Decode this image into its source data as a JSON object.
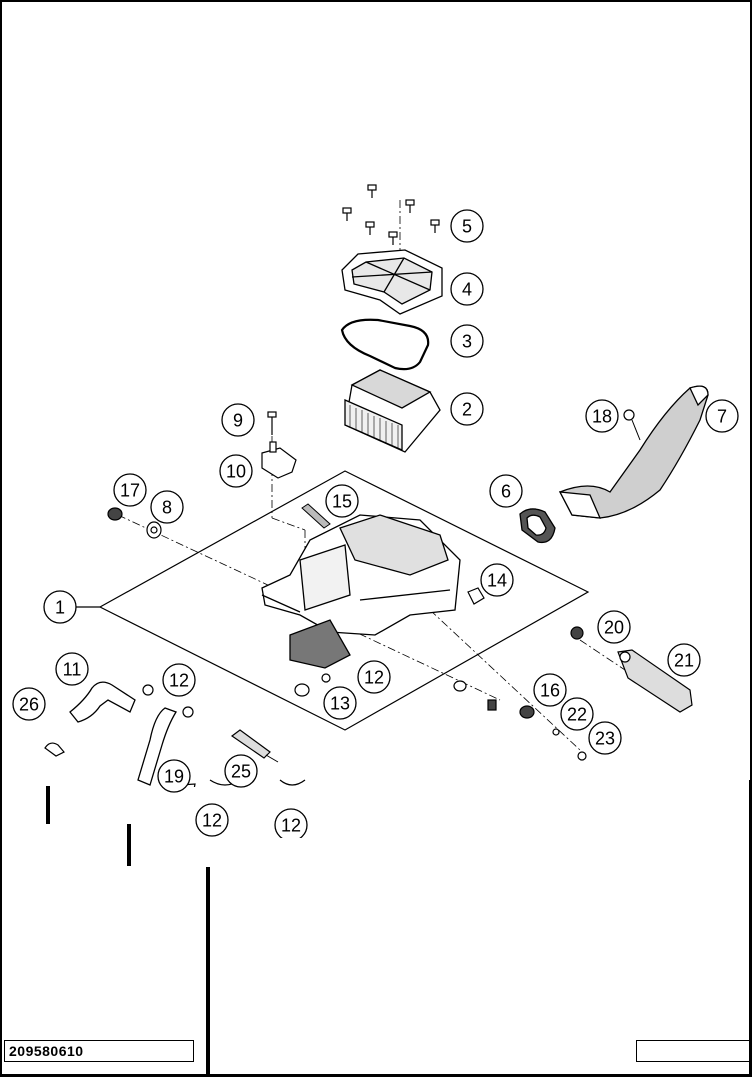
{
  "document": {
    "doc_number": "209580610"
  },
  "callouts": [
    {
      "id": "c1",
      "label": "1"
    },
    {
      "id": "c2",
      "label": "2"
    },
    {
      "id": "c3",
      "label": "3"
    },
    {
      "id": "c4",
      "label": "4"
    },
    {
      "id": "c5",
      "label": "5"
    },
    {
      "id": "c6",
      "label": "6"
    },
    {
      "id": "c7",
      "label": "7"
    },
    {
      "id": "c8",
      "label": "8"
    },
    {
      "id": "c9",
      "label": "9"
    },
    {
      "id": "c10",
      "label": "10"
    },
    {
      "id": "c11",
      "label": "11"
    },
    {
      "id": "c12a",
      "label": "12"
    },
    {
      "id": "c12b",
      "label": "12"
    },
    {
      "id": "c12c",
      "label": "12"
    },
    {
      "id": "c12d",
      "label": "12"
    },
    {
      "id": "c13",
      "label": "13"
    },
    {
      "id": "c14",
      "label": "14"
    },
    {
      "id": "c15",
      "label": "15"
    },
    {
      "id": "c16",
      "label": "16"
    },
    {
      "id": "c17",
      "label": "17"
    },
    {
      "id": "c18",
      "label": "18"
    },
    {
      "id": "c19",
      "label": "19"
    },
    {
      "id": "c20",
      "label": "20"
    },
    {
      "id": "c21",
      "label": "21"
    },
    {
      "id": "c22",
      "label": "22"
    },
    {
      "id": "c23",
      "label": "23"
    },
    {
      "id": "c25",
      "label": "25"
    },
    {
      "id": "c26",
      "label": "26"
    }
  ]
}
